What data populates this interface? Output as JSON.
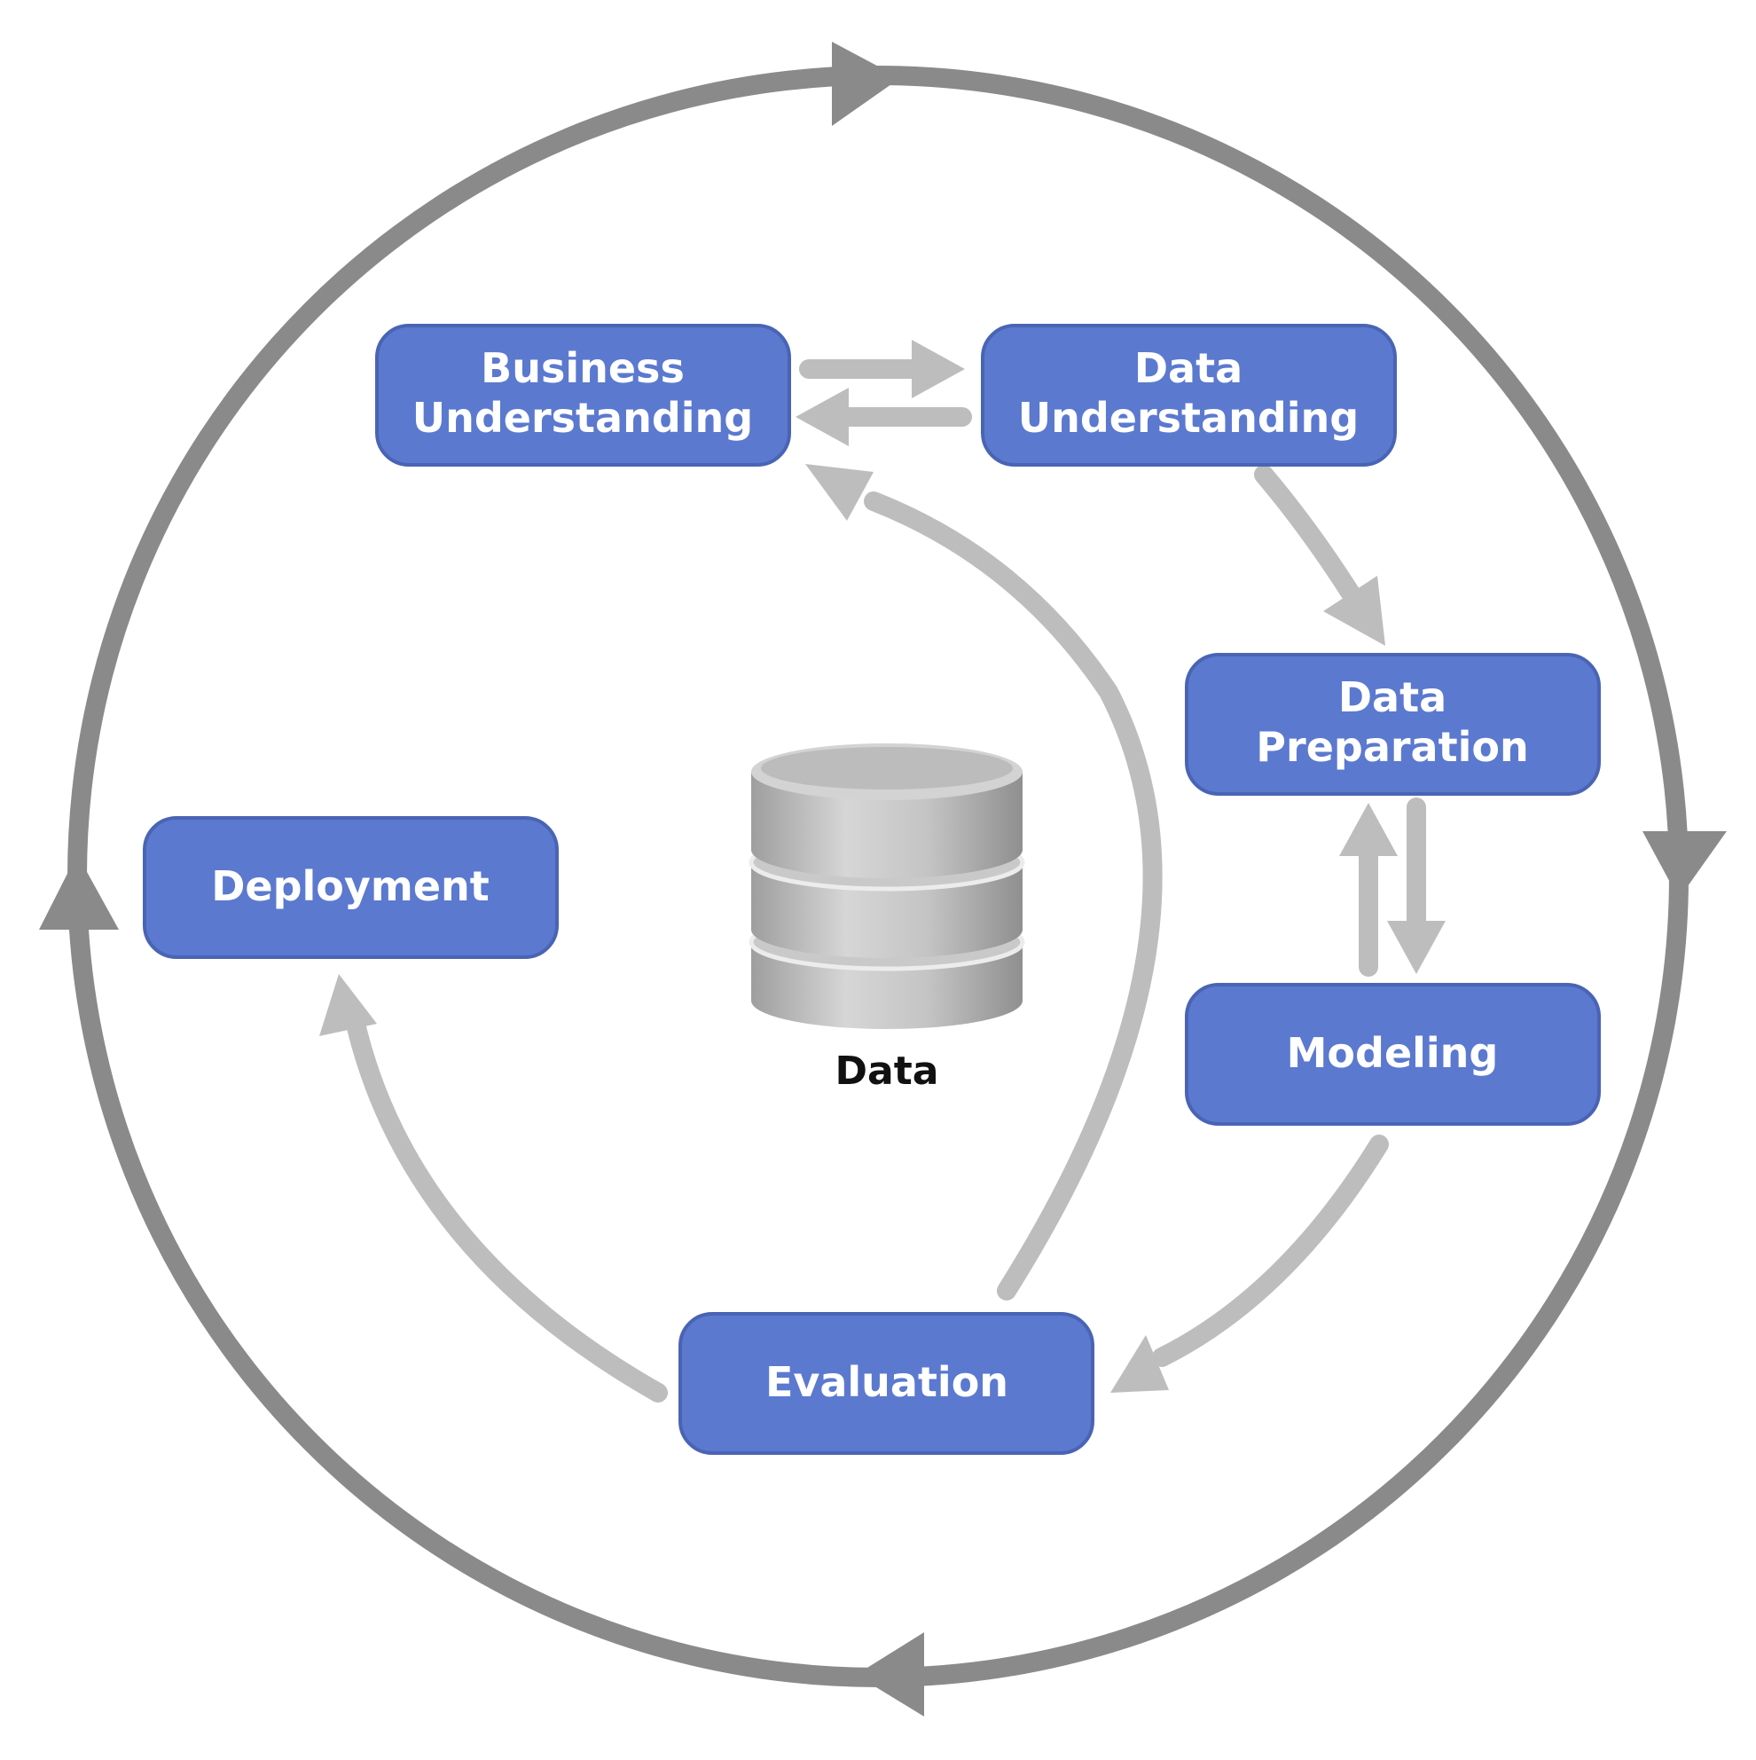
{
  "colors": {
    "box_fill": "#5b79cf",
    "box_border": "#4a64b4",
    "outer_cycle": "#8a8a8a",
    "inner_arrow": "#bdbdbd",
    "box_text": "#ffffff",
    "cylinder": "#b9b9b9"
  },
  "phases": {
    "business": {
      "line1": "Business",
      "line2": "Understanding"
    },
    "data_understanding": {
      "line1": "Data",
      "line2": "Understanding"
    },
    "preparation": {
      "line1": "Data",
      "line2": "Preparation"
    },
    "modeling": {
      "label": "Modeling"
    },
    "evaluation": {
      "label": "Evaluation"
    },
    "deployment": {
      "label": "Deployment"
    }
  },
  "center": {
    "label": "Data",
    "icon": "database-icon"
  }
}
